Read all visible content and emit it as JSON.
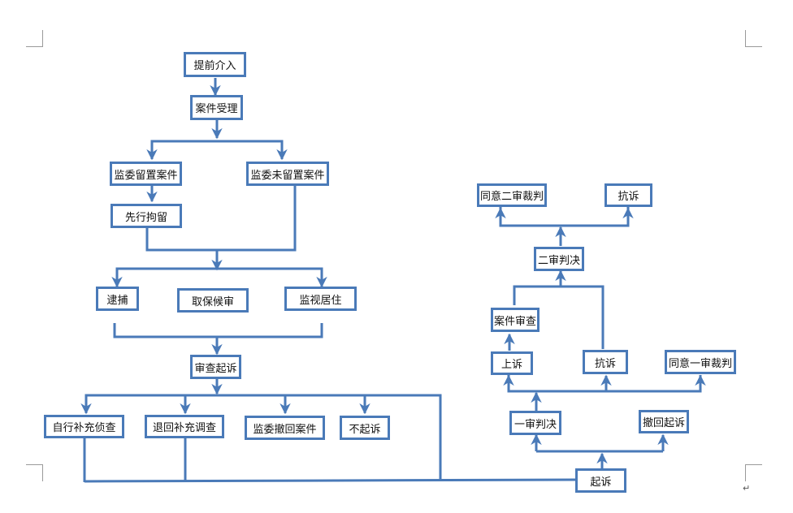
{
  "nodes": {
    "tiqian_jieru": "提前介入",
    "anjian_shouli": "案件受理",
    "jianwei_liuzhi": "监委留置案件",
    "jianwei_wei_liuzhi": "监委未留置案件",
    "xianxing_juliu": "先行拘留",
    "daibu": "逮捕",
    "qubao_houshen": "取保候审",
    "jianshi_juzhu": "监视居住",
    "shencha_qisu": "审查起诉",
    "zixing_buchong": "自行补充侦查",
    "tuihui_buchong": "退回补充调查",
    "jianwei_chehui": "监委撤回案件",
    "buqisu": "不起诉",
    "qisu": "起诉",
    "yishen_panjue": "一审判决",
    "chehui_qisu": "撤回起诉",
    "shangsu": "上诉",
    "kangsu_1": "抗诉",
    "tongyi_yishen": "同意一审裁判",
    "anjian_shencha": "案件审查",
    "ershen_panjue": "二审判决",
    "tongyi_ershen": "同意二审裁判",
    "kangsu_2": "抗诉"
  },
  "colors": {
    "line": "#4a7ab8",
    "border": "#4a7ab8"
  }
}
